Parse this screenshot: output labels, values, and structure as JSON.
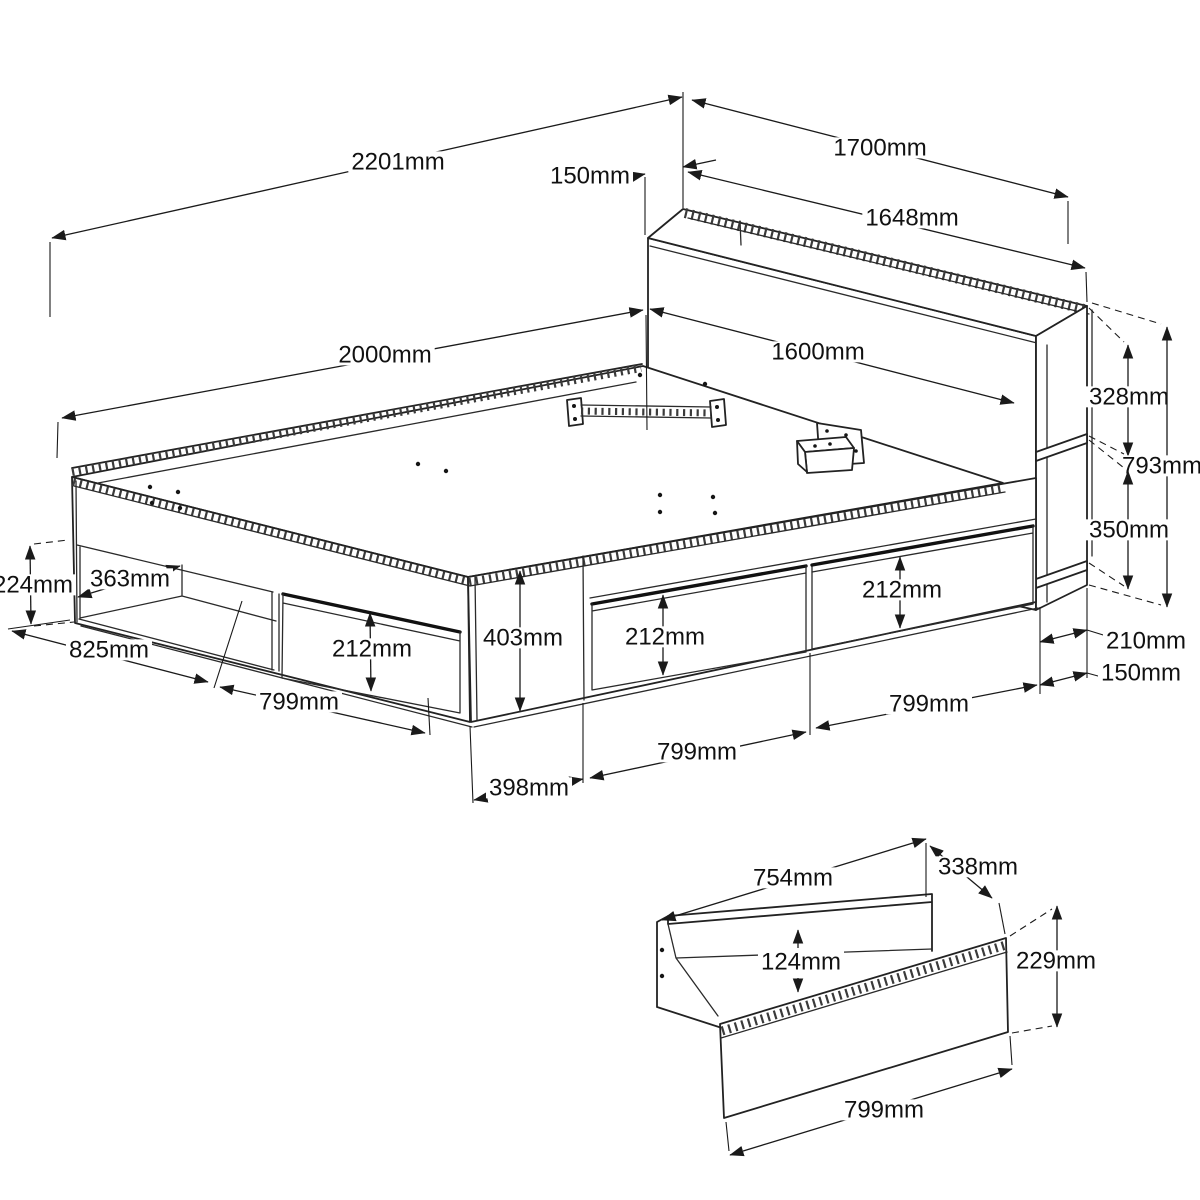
{
  "page": {
    "background": "#ffffff",
    "line_color": "#1a1a1a"
  },
  "diagram": {
    "bed": {
      "overall_length": "2201mm",
      "overall_width": "1700mm",
      "headboard_shelf_depth": "150mm",
      "headboard_shelf_width": "1648mm",
      "interior_length": "2000mm",
      "interior_width": "1600mm",
      "base_height": "224mm",
      "foot_compartment_depth": "363mm",
      "foot_section_width": "825mm",
      "foot_drawer_width": "799mm",
      "foot_drawer_height": "212mm",
      "side_panel_height": "403mm",
      "side_drawer1_height": "212mm",
      "side_drawer2_height": "212mm",
      "end_panel_width": "398mm",
      "side_drawer1_width": "799mm",
      "side_drawer2_width": "799mm",
      "headboard_unit_depth": "210mm",
      "headboard_panel_thickness": "150mm",
      "headboard_upper_shelf_height": "328mm",
      "headboard_height": "793mm",
      "headboard_lower_shelf_height": "350mm"
    },
    "drawer": {
      "interior_width": "754mm",
      "depth": "338mm",
      "interior_height": "124mm",
      "height": "229mm",
      "width": "799mm"
    }
  }
}
